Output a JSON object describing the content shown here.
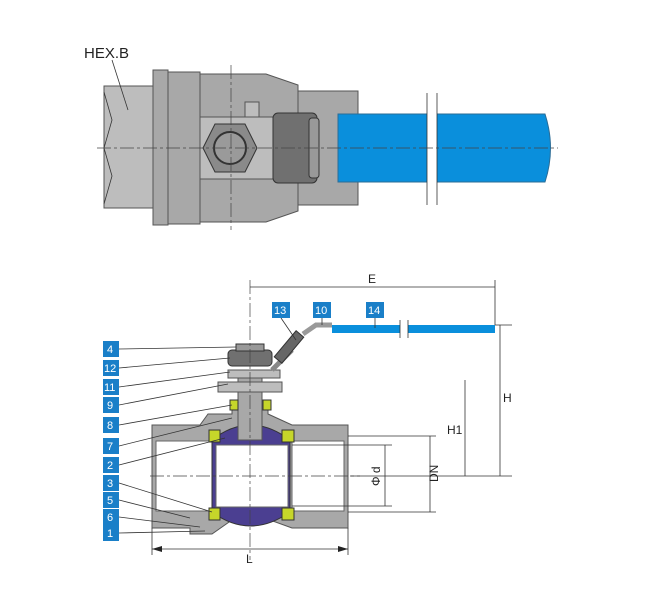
{
  "top_view": {
    "hex_label": "HEX.B"
  },
  "part_labels": [
    "4",
    "12",
    "11",
    "9",
    "8",
    "7",
    "2",
    "3",
    "5",
    "6",
    "1",
    "13",
    "10",
    "14"
  ],
  "dimensions": {
    "E": "E",
    "H": "H",
    "H1": "H1",
    "DN": "DN",
    "d": "Φ d",
    "L": "L"
  },
  "colors": {
    "handle": "#0a8fdc",
    "ball": "#4b3f91",
    "seat": "#c6d62a",
    "body": "#a8a8a8",
    "label_bg": "#1a7fc8"
  }
}
